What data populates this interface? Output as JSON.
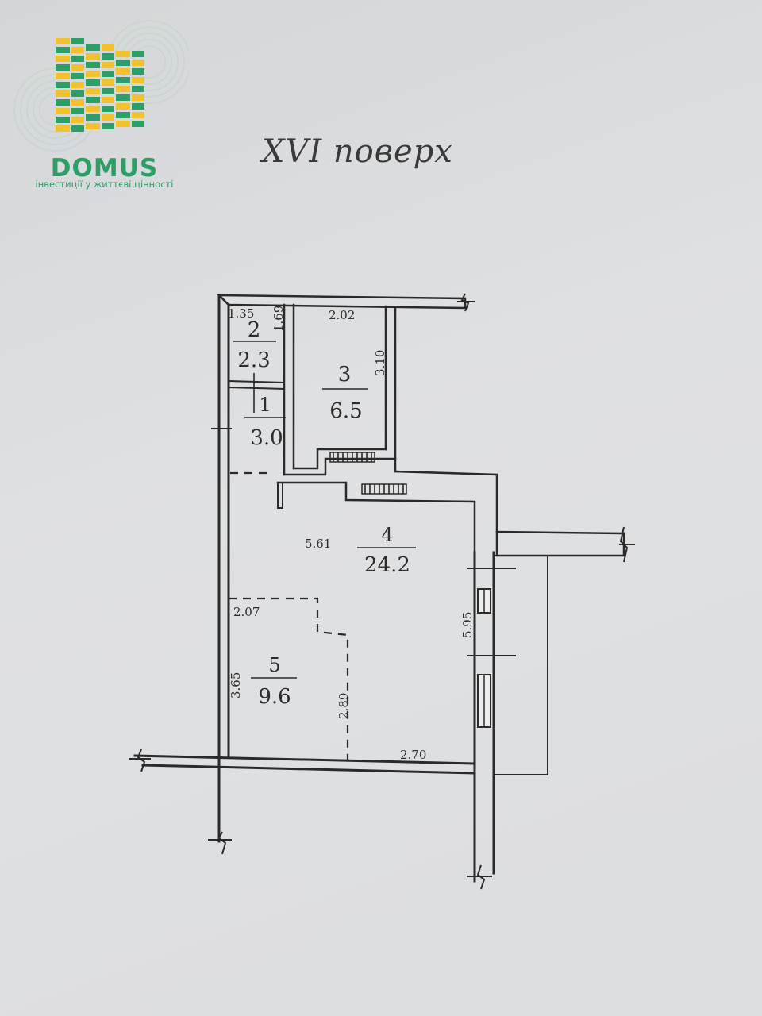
{
  "logo": {
    "name": "DOMUS",
    "tagline": "інвестиції у життєві цінності",
    "colors": {
      "green": "#2e9e67",
      "yellow": "#f2c12e"
    }
  },
  "title": "XVI поверх",
  "rooms": [
    {
      "number": "1",
      "area": "3.0"
    },
    {
      "number": "2",
      "area": "2.3"
    },
    {
      "number": "3",
      "area": "6.5"
    },
    {
      "number": "4",
      "area": "24.2"
    },
    {
      "number": "5",
      "area": "9.6"
    }
  ],
  "dimensions": [
    "1.35",
    "1.69",
    "2.02",
    "3.10",
    "5.61",
    "2.07",
    "5.95",
    "3.65",
    "2.89",
    "2.70"
  ]
}
